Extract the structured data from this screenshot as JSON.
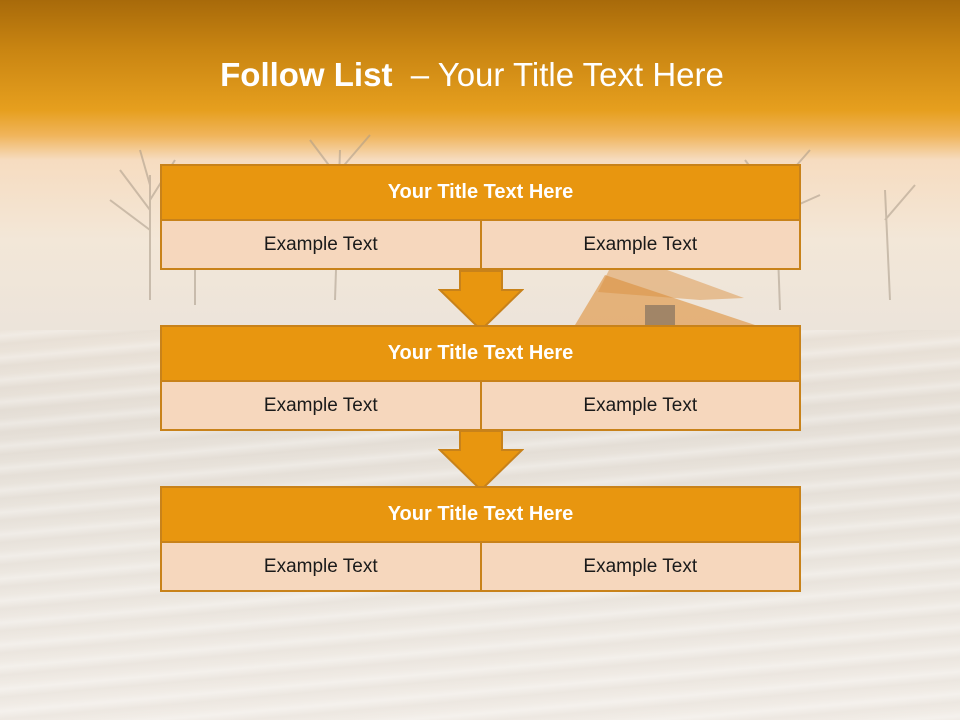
{
  "slide": {
    "title_bold": "Follow List",
    "title_rest": "  – Your Title Text Here"
  },
  "list": [
    {
      "title": "Your Title Text Here",
      "left": "Example Text",
      "right": "Example Text"
    },
    {
      "title": "Your Title Text Here",
      "left": "Example Text",
      "right": "Example Text"
    },
    {
      "title": "Your Title Text Here",
      "left": "Example Text",
      "right": "Example Text"
    }
  ],
  "colors": {
    "accent": "#e8960f",
    "border": "#c8821a",
    "cell_fill": "#f6d7bd",
    "title_text": "#ffffff"
  }
}
